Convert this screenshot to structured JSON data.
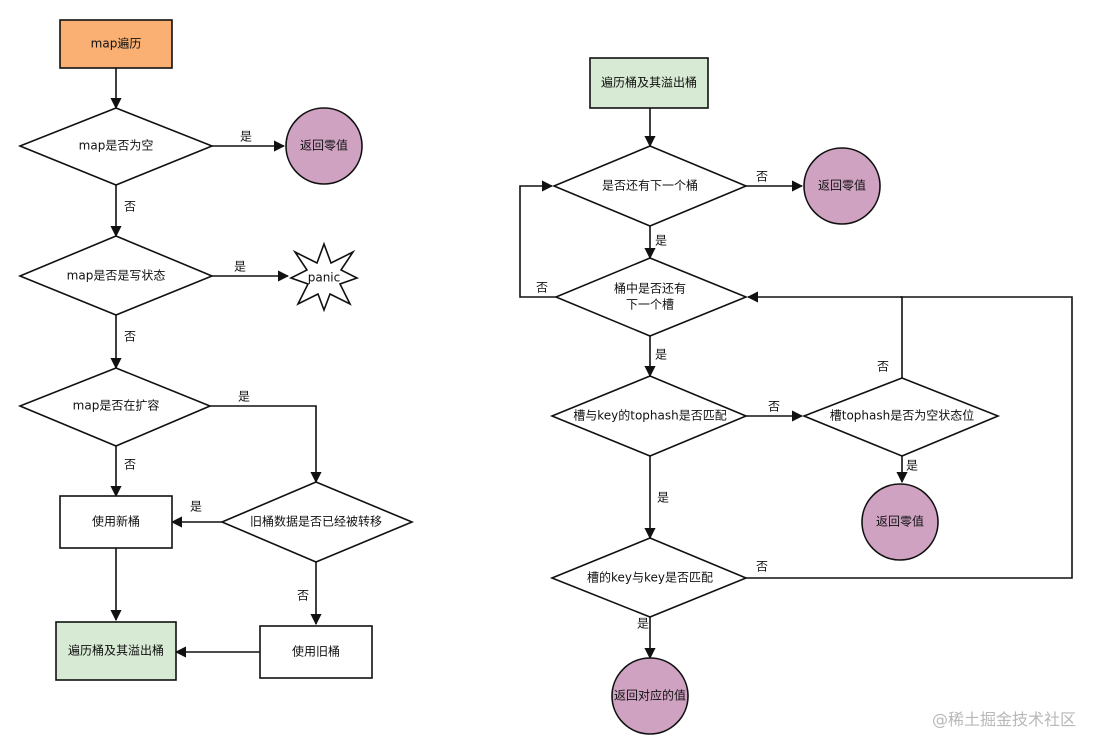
{
  "colors": {
    "start_fill": "#f9b072",
    "green_fill": "#d7ead3",
    "purple_fill": "#cfa2c2",
    "stroke": "#111111"
  },
  "left": {
    "start": "map遍历",
    "d_empty": "map是否为空",
    "return_zero_1": "返回零值",
    "d_writing": "map是否是写状态",
    "panic": "panic",
    "d_growing": "map是否在扩容",
    "use_new": "使用新桶",
    "d_migrated": "旧桶数据是否已经被转移",
    "use_old": "使用旧桶",
    "iterate_end": "遍历桶及其溢出桶"
  },
  "right": {
    "start": "遍历桶及其溢出桶",
    "d_next_bucket": "是否还有下一个桶",
    "return_zero_1": "返回零值",
    "d_next_slot_line1": "桶中是否还有",
    "d_next_slot_line2": "下一个槽",
    "d_tophash": "槽与key的tophash是否匹配",
    "d_empty_state": "槽tophash是否为空状态位",
    "return_zero_2": "返回零值",
    "d_key": "槽的key与key是否匹配",
    "return_value": "返回对应的值"
  },
  "labels": {
    "yes": "是",
    "no": "否"
  },
  "watermark": "@稀土掘金技术社区"
}
